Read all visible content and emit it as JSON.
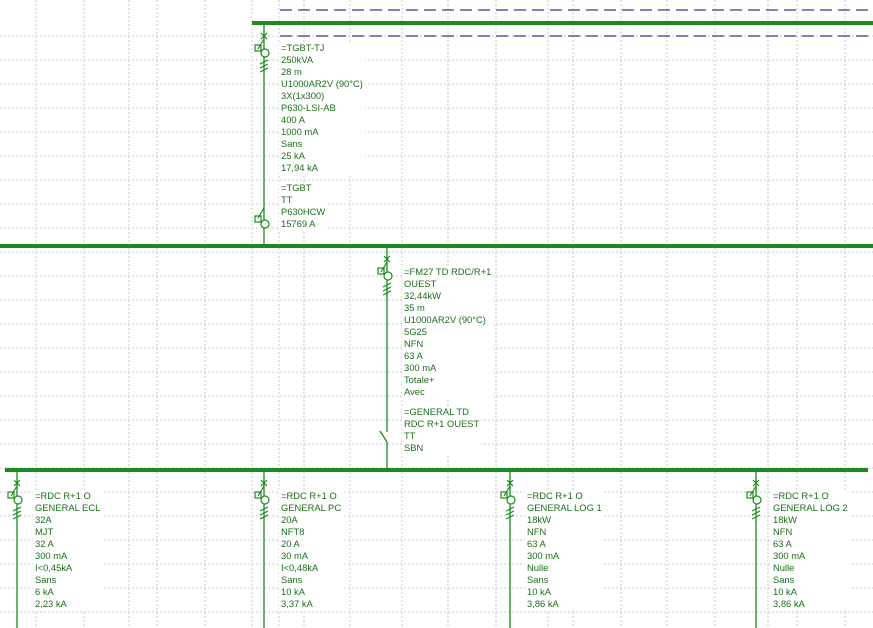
{
  "colors": {
    "wire": "#1c8a1c",
    "text": "#1c6e1c",
    "dashed_bus": "#2b3a8f",
    "grid": "#c8c8c8"
  },
  "feeder_tgbt": {
    "cable_lines": [
      "=TGBT-TJ",
      "250kVA",
      "28 m",
      "U1000AR2V (90°C)",
      "3X(1x300)",
      "P630-LSI-AB",
      "400 A",
      "1000 mA",
      "Sans",
      "25 kA",
      "17,94 kA"
    ],
    "board_lines": [
      "=TGBT",
      "TT",
      "P630HCW",
      "15769 A"
    ]
  },
  "feeder_td": {
    "cable_lines": [
      "=FM27 TD RDC/R+1",
      "OUEST",
      "32,44kW",
      "35 m",
      "U1000AR2V (90°C)",
      "5G25",
      "NFN",
      "63 A",
      "300 mA",
      "Totale+",
      "Avec"
    ],
    "board_lines": [
      "=GENERAL TD",
      "RDC R+1 OUEST",
      "TT",
      "SBN"
    ]
  },
  "outgoing": [
    {
      "lines": [
        "=RDC R+1 O",
        "GENERAL ECL",
        "32A",
        "MJT",
        "32 A",
        "300 mA",
        "I<0,45kA",
        "Sans",
        "6 kA",
        "2,23 kA"
      ]
    },
    {
      "lines": [
        "=RDC R+1 O",
        "GENERAL PC",
        "20A",
        "NFT8",
        "20 A",
        "30 mA",
        "I<0,48kA",
        "Sans",
        "10 kA",
        "3,37 kA"
      ]
    },
    {
      "lines": [
        "=RDC R+1 O",
        "GENERAL LOG 1",
        "18kW",
        "NFN",
        "63 A",
        "300 mA",
        "Nulle",
        "Sans",
        "10 kA",
        "3,86 kA"
      ]
    },
    {
      "lines": [
        "=RDC R+1 O",
        "GENERAL LOG 2",
        "18kW",
        "NFN",
        "63 A",
        "300 mA",
        "Nulle",
        "Sans",
        "10 kA",
        "3,86 kA"
      ]
    }
  ]
}
